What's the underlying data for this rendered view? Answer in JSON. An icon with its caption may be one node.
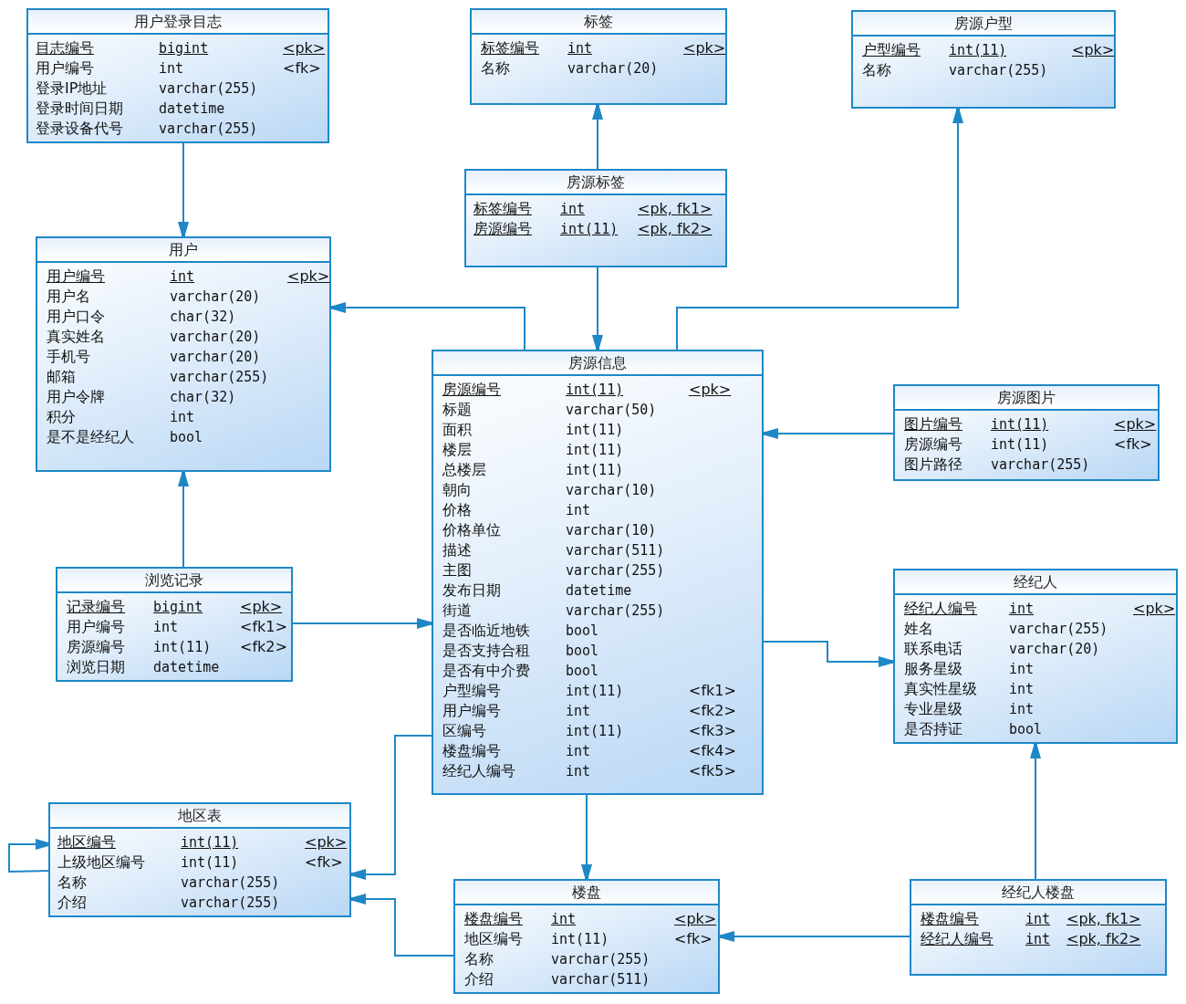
{
  "diagram": {
    "nodes": [
      {
        "text": [
          "用户登录目志"
        ]
      },
      {
        "text": [
          "标签"
        ]
      },
      {
        "text": [
          "房源户型"
        ]
      },
      {
        "text": [
          "房源标签"
        ]
      },
      {
        "text": [
          "用户"
        ]
      },
      {
        "text": [
          "房源信息"
        ]
      },
      {
        "text": [
          "房源图片"
        ]
      },
      {
        "text": [
          "浏览记录"
        ]
      },
      {
        "text": [
          "经纪人"
        ]
      },
      {
        "text": [
          "地区表"
        ]
      },
      {
        "text": [
          "楼盘"
        ]
      },
      {
        "text": [
          "经纪人楼盘"
        ]
      },
      {
        "text": [
          "目志编号",
          "bigint",
          "<pk>"
        ],
        "in": 0
      },
      {
        "text": [
          "用户编号",
          "int",
          "<fk>"
        ],
        "in": 0
      },
      {
        "text": [
          "登录IP地址",
          "varchar(255)"
        ],
        "in": 0
      },
      {
        "text": [
          "登录时间日期",
          "datetime"
        ],
        "in": 0
      },
      {
        "text": [
          "登录设备代号",
          "varchar(255)"
        ],
        "in": 0
      },
      {
        "text": [
          "标签编号",
          "int",
          "<pk>"
        ],
        "in": 1
      },
      {
        "text": [
          "名称",
          "varchar(20)"
        ],
        "in": 1
      },
      {
        "text": [
          "户型编号",
          "int(11)",
          "<pk>"
        ],
        "in": 2
      },
      {
        "text": [
          "名称",
          "varchar(255)"
        ],
        "in": 2
      },
      {
        "text": [
          "标签编号",
          "int",
          "<pk, fk1>"
        ],
        "in": 3
      },
      {
        "text": [
          "房源编号",
          "int(11)",
          "<pk, fk2>"
        ],
        "in": 3
      },
      {
        "text": [
          "用户编号",
          "int",
          "<pk>"
        ],
        "in": 4
      },
      {
        "text": [
          "用户名",
          "varchar(20)"
        ],
        "in": 4
      },
      {
        "text": [
          "用户口令",
          "char(32)"
        ],
        "in": 4
      },
      {
        "text": [
          "真实姓名",
          "varchar(20)"
        ],
        "in": 4
      },
      {
        "text": [
          "手机号",
          "varchar(20)"
        ],
        "in": 4
      },
      {
        "text": [
          "邮箱",
          "varchar(255)"
        ],
        "in": 4
      },
      {
        "text": [
          "用户令牌",
          "char(32)"
        ],
        "in": 4
      },
      {
        "text": [
          "积分",
          "int"
        ],
        "in": 4
      },
      {
        "text": [
          "是不是经纪人",
          "bool"
        ],
        "in": 4
      },
      {
        "text": [
          "房源编号",
          "int(11)",
          "<pk>"
        ],
        "in": 5
      },
      {
        "text": [
          "标题",
          "varchar(50)"
        ],
        "in": 5
      },
      {
        "text": [
          "面积",
          "int(11)"
        ],
        "in": 5
      },
      {
        "text": [
          "楼层",
          "int(11)"
        ],
        "in": 5
      },
      {
        "text": [
          "总楼层",
          "int(11)"
        ],
        "in": 5
      },
      {
        "text": [
          "朝向",
          "varchar(10)"
        ],
        "in": 5
      },
      {
        "text": [
          "价格",
          "int"
        ],
        "in": 5
      },
      {
        "text": [
          "价格单位",
          "varchar(10)"
        ],
        "in": 5
      },
      {
        "text": [
          "描述",
          "varchar(511)"
        ],
        "in": 5
      },
      {
        "text": [
          "主图",
          "varchar(255)"
        ],
        "in": 5
      },
      {
        "text": [
          "发布日期",
          "datetime"
        ],
        "in": 5
      },
      {
        "text": [
          "街道",
          "varchar(255)"
        ],
        "in": 5
      },
      {
        "text": [
          "是否临近地铁",
          "bool"
        ],
        "in": 5
      },
      {
        "text": [
          "是否支持合租",
          "bool"
        ],
        "in": 5
      },
      {
        "text": [
          "是否有中介费",
          "bool"
        ],
        "in": 5
      },
      {
        "text": [
          "户型编号",
          "int(11)",
          "<fk1>"
        ],
        "in": 5
      },
      {
        "text": [
          "用户编号",
          "int",
          "<fk2>"
        ],
        "in": 5
      },
      {
        "text": [
          "区编号",
          "int(11)",
          "<fk3>"
        ],
        "in": 5
      },
      {
        "text": [
          "楼盘编号",
          "int",
          "<fk4>"
        ],
        "in": 5
      },
      {
        "text": [
          "经纪人编号",
          "int",
          "<fk5>"
        ],
        "in": 5
      },
      {
        "text": [
          "图片编号",
          "int(11)",
          "<pk>"
        ],
        "in": 6
      },
      {
        "text": [
          "房源编号",
          "int(11)",
          "<fk>"
        ],
        "in": 6
      },
      {
        "text": [
          "图片路径",
          "varchar(255)"
        ],
        "in": 6
      },
      {
        "text": [
          "记录编号",
          "bigint",
          "<pk>"
        ],
        "in": 7
      },
      {
        "text": [
          "用户编号",
          "int",
          "<fk1>"
        ],
        "in": 7
      },
      {
        "text": [
          "房源编号",
          "int(11)",
          "<fk2>"
        ],
        "in": 7
      },
      {
        "text": [
          "浏览日期",
          "datetime"
        ],
        "in": 7
      },
      {
        "text": [
          "经纪人编号",
          "int",
          "<pk>"
        ],
        "in": 8
      },
      {
        "text": [
          "姓名",
          "varchar(255)"
        ],
        "in": 8
      },
      {
        "text": [
          "联系电话",
          "varchar(20)"
        ],
        "in": 8
      },
      {
        "text": [
          "服务星级",
          "int"
        ],
        "in": 8
      },
      {
        "text": [
          "真实性星级",
          "int"
        ],
        "in": 8
      },
      {
        "text": [
          "专业星级",
          "int"
        ],
        "in": 8
      },
      {
        "text": [
          "是否持证",
          "bool"
        ],
        "in": 8
      },
      {
        "text": [
          "地区编号",
          "int(11)",
          "<pk>"
        ],
        "in": 9
      },
      {
        "text": [
          "上级地区编号",
          "int(11)",
          "<fk>"
        ],
        "in": 9
      },
      {
        "text": [
          "名称",
          "varchar(255)"
        ],
        "in": 9
      },
      {
        "text": [
          "介绍",
          "varchar(255)"
        ],
        "in": 9
      },
      {
        "text": [
          "楼盘编号",
          "int",
          "<pk>"
        ],
        "in": 10
      },
      {
        "text": [
          "地区编号",
          "int(11)",
          "<fk>"
        ],
        "in": 10
      },
      {
        "text": [
          "名称",
          "varchar(255)"
        ],
        "in": 10
      },
      {
        "text": [
          "介绍",
          "varchar(511)"
        ],
        "in": 10
      },
      {
        "text": [
          "楼盘编号",
          "int",
          "<pk, fk1>"
        ],
        "in": 11
      },
      {
        "text": [
          "经纪人编号",
          "int",
          "<pk, fk2>"
        ],
        "in": 11
      }
    ],
    "edges": [
      {
        "from": 0,
        "to": 4,
        "arrow": "to"
      },
      {
        "from": 3,
        "to": 1,
        "arrow": "to"
      },
      {
        "from": 3,
        "to": 5,
        "arrow": "to"
      },
      {
        "from": 5,
        "to": 4,
        "arrow": "to"
      },
      {
        "from": 5,
        "to": 2,
        "arrow": "to"
      },
      {
        "from": 6,
        "to": 5,
        "arrow": "to"
      },
      {
        "from": 7,
        "to": 4,
        "arrow": "to"
      },
      {
        "from": 7,
        "to": 5,
        "arrow": "to"
      },
      {
        "from": 5,
        "to": 8,
        "arrow": "to"
      },
      {
        "from": 5,
        "to": 9,
        "arrow": "to"
      },
      {
        "from": 5,
        "to": 10,
        "arrow": "to"
      },
      {
        "from": 10,
        "to": 9,
        "arrow": "to"
      },
      {
        "from": 11,
        "to": 10,
        "arrow": "to"
      },
      {
        "from": 11,
        "to": 8,
        "arrow": "to"
      },
      {
        "from": 67,
        "to": 66,
        "arrow": "to"
      }
    ]
  }
}
